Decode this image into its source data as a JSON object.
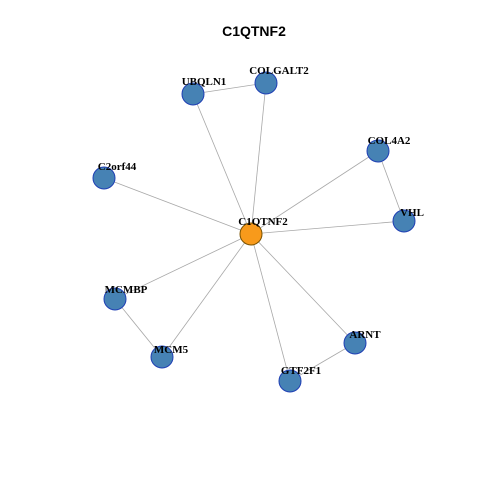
{
  "title": "C1QTNF2",
  "colors": {
    "hub_node": "#f89a1b",
    "node": "#4682b4",
    "node_border": "#1f3fb4",
    "edge": "#a8a8a8"
  },
  "nodes": [
    {
      "id": "C1QTNF2",
      "label": "C1QTNF2",
      "role": "hub"
    },
    {
      "id": "UBQLN1",
      "label": "UBQLN1",
      "role": "neighbor"
    },
    {
      "id": "COLGALT2",
      "label": "COLGALT2",
      "role": "neighbor"
    },
    {
      "id": "COL4A2",
      "label": "COL4A2",
      "role": "neighbor"
    },
    {
      "id": "C2orf44",
      "label": "C2orf44",
      "role": "neighbor"
    },
    {
      "id": "VHL",
      "label": "VHL",
      "role": "neighbor"
    },
    {
      "id": "MCMBP",
      "label": "MCMBP",
      "role": "neighbor"
    },
    {
      "id": "ARNT",
      "label": "ARNT",
      "role": "neighbor"
    },
    {
      "id": "MCM5",
      "label": "MCM5",
      "role": "neighbor"
    },
    {
      "id": "GTF2F1",
      "label": "GTF2F1",
      "role": "neighbor"
    }
  ],
  "edges": [
    [
      "C1QTNF2",
      "UBQLN1"
    ],
    [
      "C1QTNF2",
      "COLGALT2"
    ],
    [
      "C1QTNF2",
      "COL4A2"
    ],
    [
      "C1QTNF2",
      "C2orf44"
    ],
    [
      "C1QTNF2",
      "VHL"
    ],
    [
      "C1QTNF2",
      "MCMBP"
    ],
    [
      "C1QTNF2",
      "MCM5"
    ],
    [
      "C1QTNF2",
      "GTF2F1"
    ],
    [
      "C1QTNF2",
      "ARNT"
    ],
    [
      "UBQLN1",
      "COLGALT2"
    ],
    [
      "COL4A2",
      "VHL"
    ],
    [
      "MCMBP",
      "MCM5"
    ],
    [
      "GTF2F1",
      "ARNT"
    ]
  ]
}
